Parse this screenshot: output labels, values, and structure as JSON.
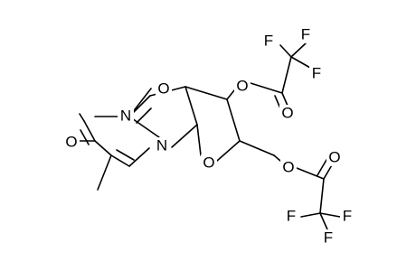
{
  "structure": {
    "atoms": {
      "o_carbonyl_ring": "O",
      "n_ring": "N",
      "o_oxazole": "O",
      "n_bridge": "N",
      "o_furan": "O",
      "o_ester_top": "O",
      "o_carbonyl_top": "O",
      "f_top_1": "F",
      "f_top_2": "F",
      "f_top_3": "F",
      "o_ester_bottom": "O",
      "o_carbonyl_bottom": "O",
      "f_bottom_1": "F",
      "f_bottom_2": "F",
      "f_bottom_3": "F"
    },
    "colors": {
      "bond": "#000000",
      "label": "#000000",
      "background": "#ffffff"
    }
  }
}
